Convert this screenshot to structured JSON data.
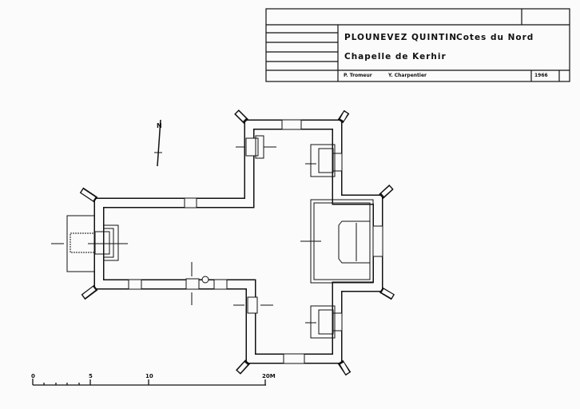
{
  "title_block": {
    "location": "PLOUNEVEZ QUINTIN",
    "department": "Cotes du Nord",
    "building": "Chapelle de Kerhir",
    "author_1": "P. Tromeur",
    "author_2": "Y. Charpentier",
    "year": "1966"
  },
  "north_arrow": {
    "label": "N"
  },
  "scale_bar": {
    "labels": [
      "0",
      "5",
      "10",
      "20M"
    ],
    "unit": "M",
    "max_value": 20
  }
}
